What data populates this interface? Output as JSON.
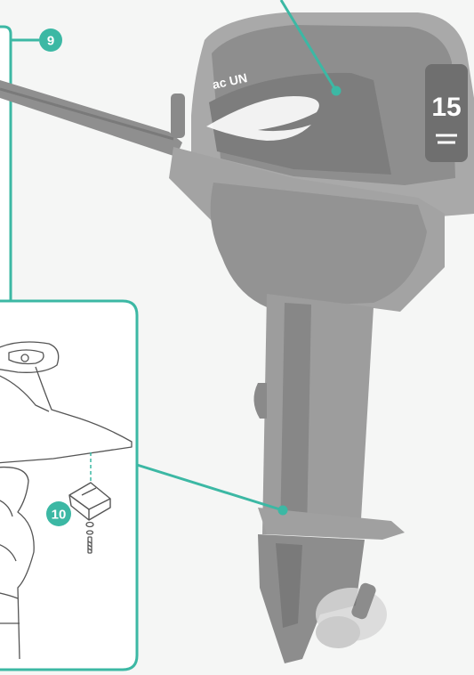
{
  "colors": {
    "accent": "#3cb8a4",
    "engine_light": "#b4b4b4",
    "engine_mid": "#9a9a9a",
    "engine_dark": "#6e6e6e",
    "panel_bg": "#ffffff",
    "line_art": "#555555",
    "background": "#f5f6f5"
  },
  "callouts": [
    {
      "number": "9",
      "color": "#3cb8a4"
    },
    {
      "number": "10",
      "color": "#3cb8a4"
    }
  ],
  "engine": {
    "brand_mark": "ac UN",
    "power_number": "15"
  },
  "icons": [
    "callout-badge",
    "leader-line",
    "leader-dot"
  ]
}
